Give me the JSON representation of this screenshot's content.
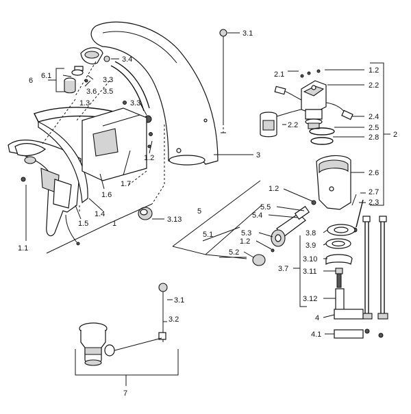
{
  "diagram": {
    "labels": {
      "l_3_1_top": "3.1",
      "l_3_4": "3.4",
      "l_6": "6",
      "l_6_1": "6.1",
      "l_3_3a": "3.3",
      "l_3_6": "3.6",
      "l_3_5": "3.5",
      "l_1_3": "1.3",
      "l_3_3b": "3.3",
      "l_1_2a": "1.2",
      "l_3": "3",
      "l_1_1": "1.1",
      "l_1_5": "1.5",
      "l_1_4": "1.4",
      "l_1": "1",
      "l_1_6": "1.6",
      "l_1_7": "1.7",
      "l_3_13": "3.13",
      "l_2_1": "2.1",
      "l_1_2b": "1.2",
      "l_2_2a": "2.2",
      "l_2_2b": "2.2",
      "l_2_4": "2.4",
      "l_2_5": "2.5",
      "l_2_8": "2.8",
      "l_2": "2",
      "l_2_6": "2.6",
      "l_2_7": "2.7",
      "l_2_3": "2.3",
      "l_1_2c": "1.2",
      "l_5_5": "5.5",
      "l_5_4": "5.4",
      "l_5": "5",
      "l_5_1": "5.1",
      "l_5_3": "5.3",
      "l_1_2d": "1.2",
      "l_5_2": "5.2",
      "l_3_8": "3.8",
      "l_3_9": "3.9",
      "l_3_10": "3.10",
      "l_3_7": "3.7",
      "l_3_11": "3.11",
      "l_3_12": "3.12",
      "l_4": "4",
      "l_4_1": "4.1",
      "l_3_1_bot": "3.1",
      "l_3_2": "3.2",
      "l_7": "7"
    }
  }
}
